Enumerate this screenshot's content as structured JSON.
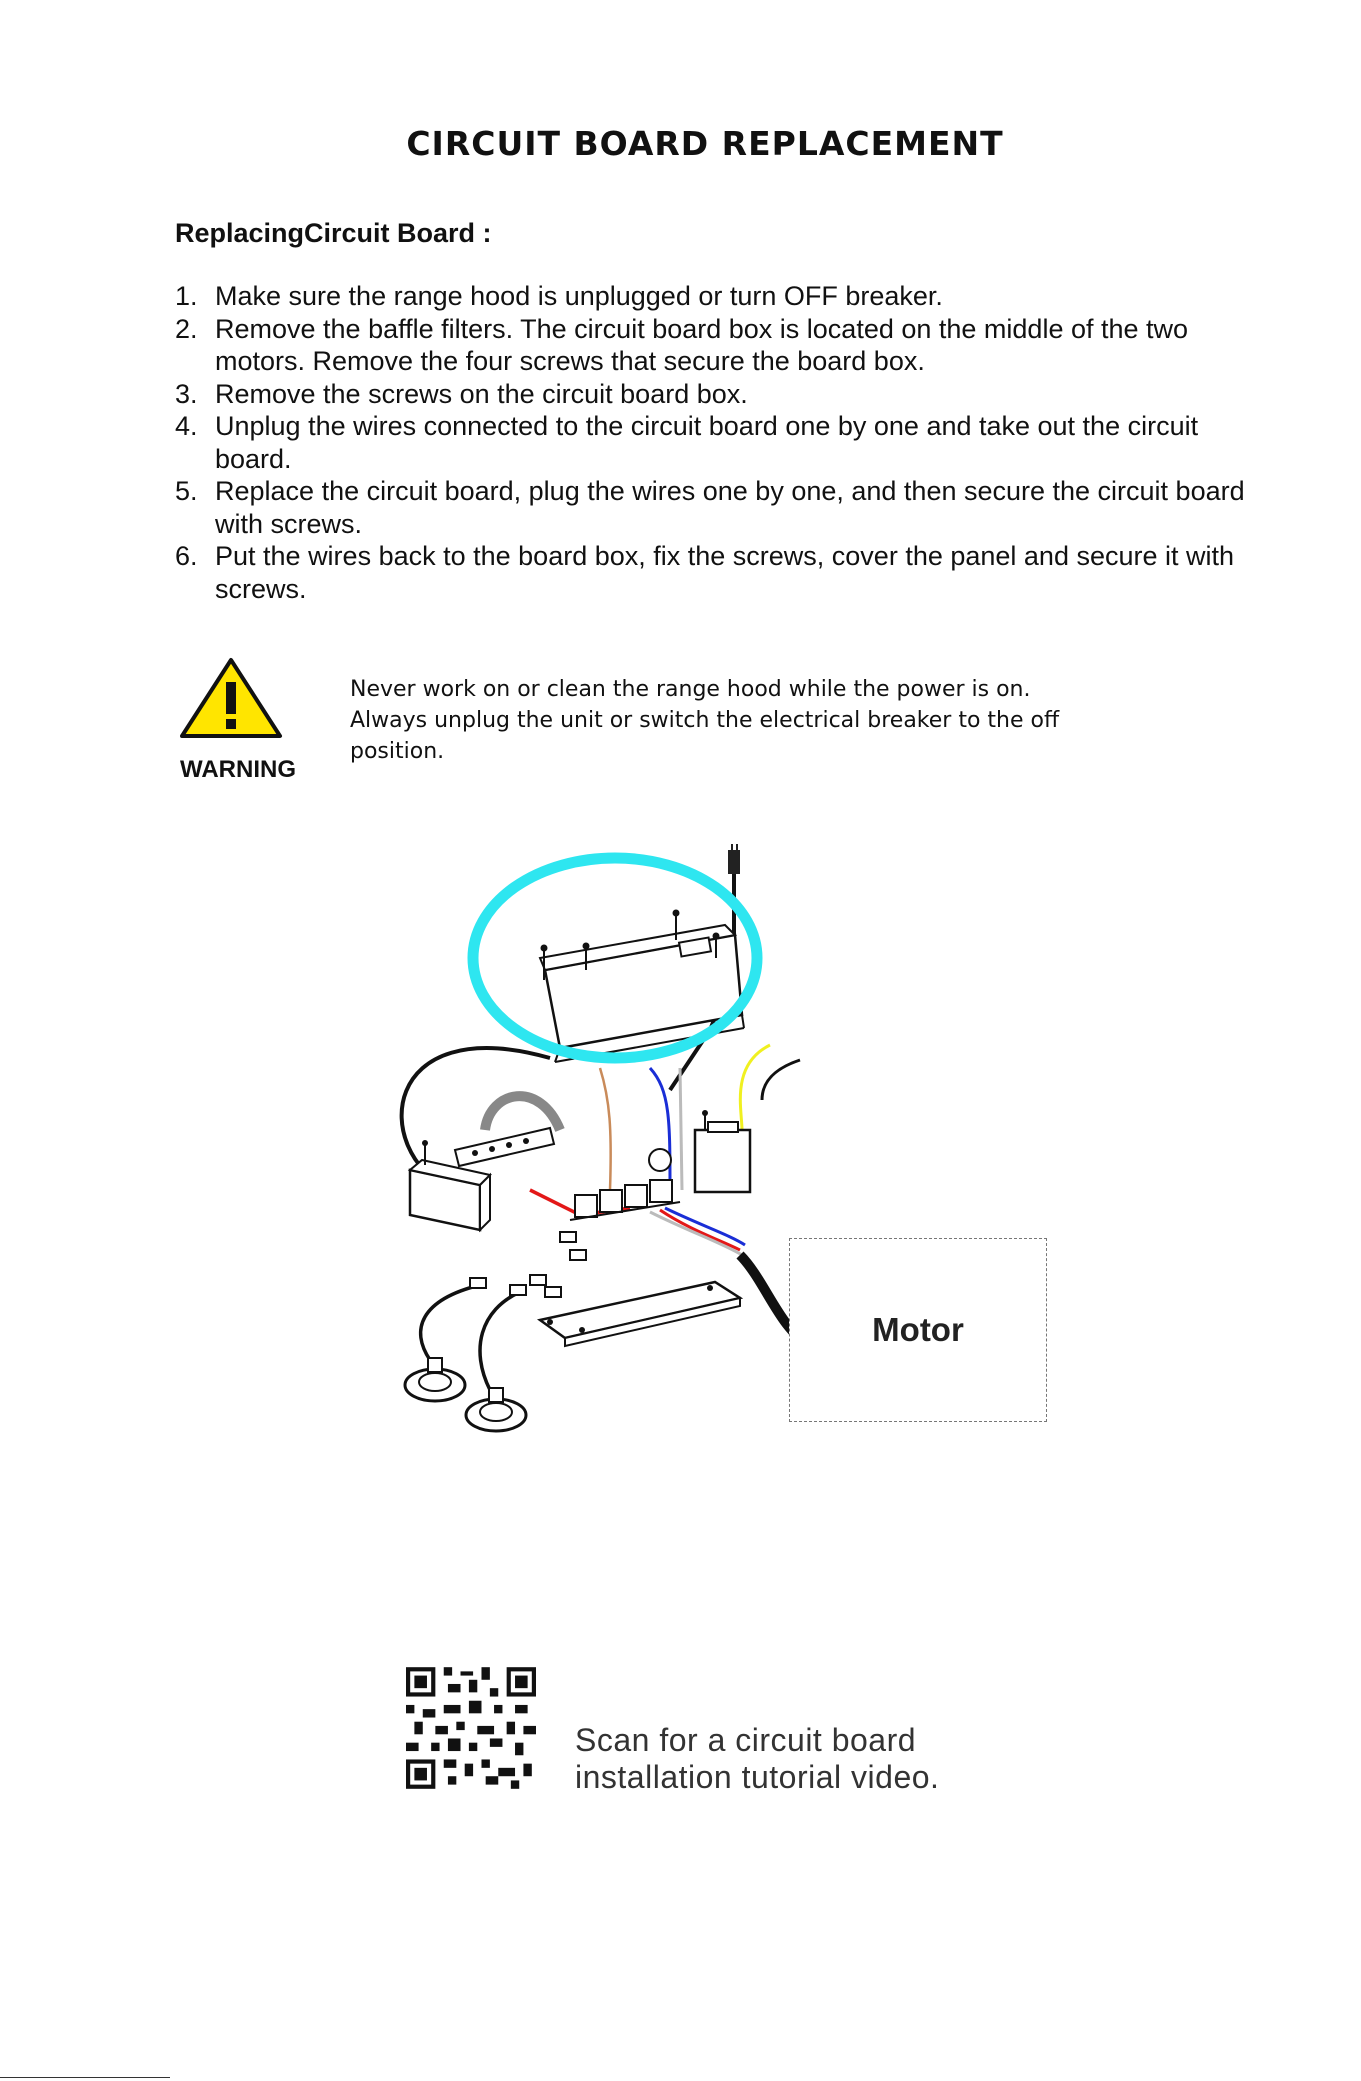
{
  "page": {
    "title": "CIRCUIT BOARD REPLACEMENT",
    "section_heading": "ReplacingCircuit Board :"
  },
  "steps": [
    {
      "num": "1.",
      "text": "Make sure the range hood is unplugged or turn OFF breaker."
    },
    {
      "num": "2.",
      "text": "Remove the baffle filters. The circuit board box is located on the middle of the two motors. Remove the four screws that secure the board box."
    },
    {
      "num": "3.",
      "text": "Remove the screws on the circuit board box."
    },
    {
      "num": "4.",
      "text": "Unplug the wires connected to the circuit board one by one and take out the circuit board."
    },
    {
      "num": "5.",
      "text": "Replace the circuit board, plug the wires one by one, and then secure the circuit board with screws."
    },
    {
      "num": "6.",
      "text": "Put the wires back to the board box, fix the screws, cover the panel and secure it with screws."
    }
  ],
  "warning": {
    "icon": "warning-triangle-icon",
    "label": "WARNING",
    "text": "Never work on or clean the range hood while the power is on. Always unplug the unit or switch the electrical breaker to the off position."
  },
  "diagram": {
    "motor_label": "Motor",
    "highlight_color": "#2ee6f0"
  },
  "qr": {
    "icon": "qr-code-icon",
    "caption_line1": "Scan for a circuit board",
    "caption_line2": "installation tutorial video."
  }
}
